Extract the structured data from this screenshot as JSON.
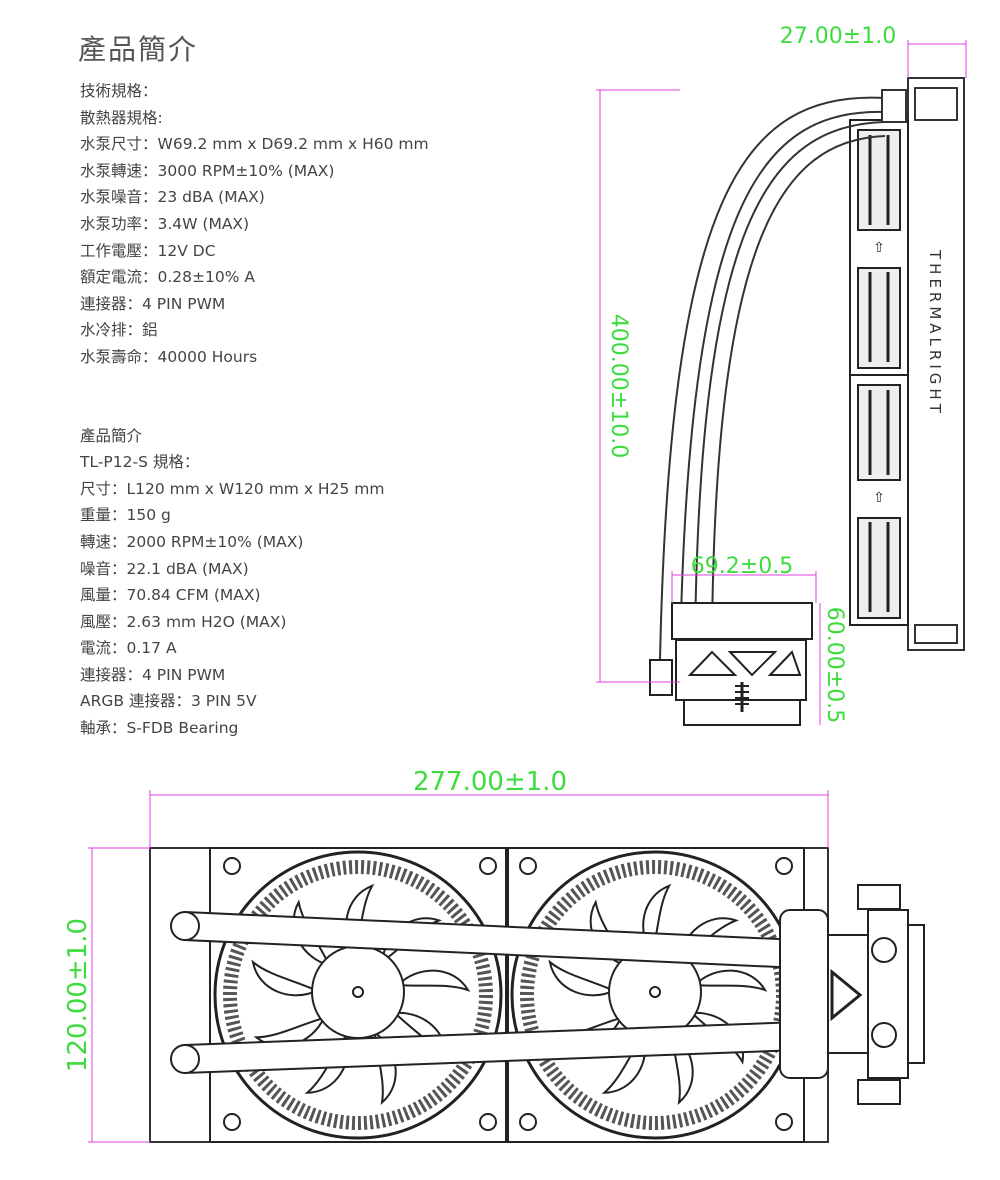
{
  "page": {
    "title": "產品簡介"
  },
  "pump_specs": {
    "lines": [
      "技術規格：",
      "散熱器規格:",
      "水泵尺寸：W69.2 mm x D69.2 mm x H60 mm",
      "水泵轉速：3000 RPM±10% (MAX)",
      "水泵噪音：23 dBA (MAX)",
      "水泵功率：3.4W (MAX)",
      "工作電壓：12V DC",
      "額定電流：0.28±10% A",
      "連接器：4 PIN PWM",
      "水冷排：鋁",
      "水泵壽命：40000 Hours"
    ]
  },
  "fan_specs": {
    "lines": [
      "產品簡介",
      "TL-P12-S 規格：",
      "尺寸：L120 mm x W120 mm x H25 mm",
      "重量：150 g",
      "轉速：2000 RPM±10% (MAX)",
      "噪音：22.1 dBA (MAX)",
      "風量：70.84 CFM (MAX)",
      "風壓：2.63 mm H2O (MAX)",
      "電流：0.17 A",
      "連接器：4 PIN PWM",
      "ARGB 連接器：3 PIN 5V",
      "軸承：S-FDB Bearing"
    ]
  },
  "drawing": {
    "dim_width_radiator": "27.00±1.0",
    "dim_height_total": "400.00±10.0",
    "dim_pump_width": "69.2±0.5",
    "dim_pump_height": "60.00±0.5",
    "dim_length": "277.00±1.0",
    "dim_width_fan": "120.00±1.0",
    "brand_text": "THERMALRIGHT",
    "dimension_color": "#3ddc3d",
    "dimension_line_color": "#e040e0"
  }
}
